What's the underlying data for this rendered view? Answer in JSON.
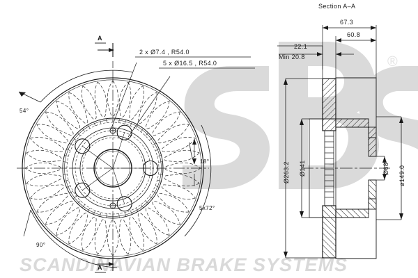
{
  "document": {
    "type": "engineering-drawing",
    "subject": "ventilated brake disc",
    "brand_wordmark": "SCANDINAVIAN BRAKE SYSTEMS",
    "logo_text": "sbs",
    "registered_mark": "®"
  },
  "front_view": {
    "section_marker_top": "A",
    "section_marker_bottom": "A",
    "callouts": [
      {
        "id": "holes-7-4",
        "text": "2 x Ø7.4 ,  R54.0"
      },
      {
        "id": "holes-16-5",
        "text": "5 x Ø16.5 ,  R54.0"
      }
    ],
    "angles": [
      {
        "id": "angle-54",
        "text": "54°"
      },
      {
        "id": "angle-90",
        "text": "90°"
      },
      {
        "id": "angle-18",
        "text": "18°"
      },
      {
        "id": "bolt-pattern",
        "text": "5x72°"
      }
    ],
    "geometry": {
      "vane_count": 36,
      "bolt_hole_count": 5,
      "small_hole_count": 2
    }
  },
  "section_view": {
    "title": "Section  A–A",
    "linear_dimensions": [
      {
        "id": "overall-width",
        "text": "67.3"
      },
      {
        "id": "hat-offset",
        "text": "60.8"
      },
      {
        "id": "disc-thickness",
        "text": "22.1"
      },
      {
        "id": "min-thickness",
        "text": "Min 20.8"
      }
    ],
    "diameter_dimensions": [
      {
        "id": "outer-diameter",
        "text": "Ø263.2"
      },
      {
        "id": "inner-diameter",
        "text": "Ø141"
      },
      {
        "id": "center-bore",
        "text": "Ø68"
      },
      {
        "id": "hat-diameter",
        "text": "ø149.0"
      }
    ]
  },
  "colors": {
    "line": "#1a1a1a",
    "watermark": "#d9d9d9",
    "background": "#ffffff"
  }
}
